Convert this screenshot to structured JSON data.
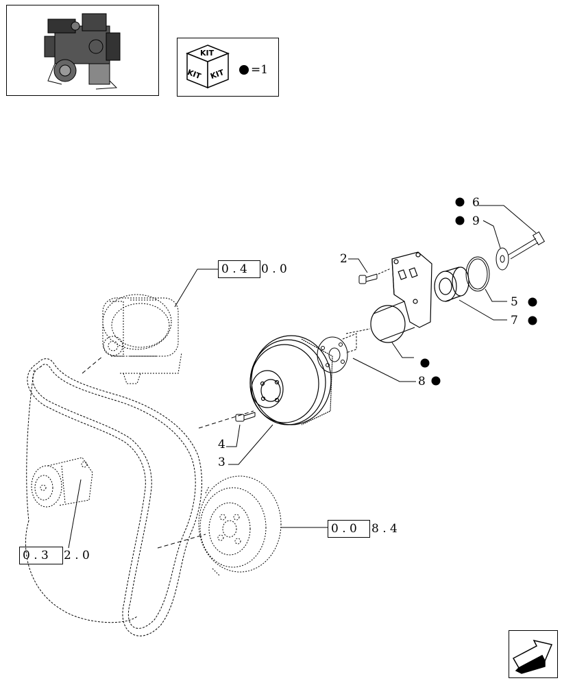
{
  "thumbnail": {
    "icon": "engine-thumbnail-icon"
  },
  "kit_legend": {
    "kit_top": "KIT",
    "kit_left": "KIT",
    "kit_right": "KIT",
    "equals_text": "=1"
  },
  "references": [
    {
      "id": "ref-alternator",
      "boxed": "0 . 4",
      "rest": "0 . 0"
    },
    {
      "id": "ref-damper",
      "boxed": "0 . 0",
      "rest": "8 . 4"
    },
    {
      "id": "ref-tensioner",
      "boxed": "0 . 3",
      "rest": "2 . 0"
    }
  ],
  "callouts": [
    {
      "id": "callout-6",
      "text": "6",
      "kit": true
    },
    {
      "id": "callout-9",
      "text": "9",
      "kit": true
    },
    {
      "id": "callout-2",
      "text": "2",
      "kit": false
    },
    {
      "id": "callout-5",
      "text": "5",
      "kit": true
    },
    {
      "id": "callout-7",
      "text": "7",
      "kit": true
    },
    {
      "id": "callout-8",
      "text": "8",
      "kit": true
    },
    {
      "id": "callout-4",
      "text": "4",
      "kit": false
    },
    {
      "id": "callout-3",
      "text": "3",
      "kit": false
    }
  ],
  "nav": {
    "icon": "next-page-arrow-icon"
  }
}
